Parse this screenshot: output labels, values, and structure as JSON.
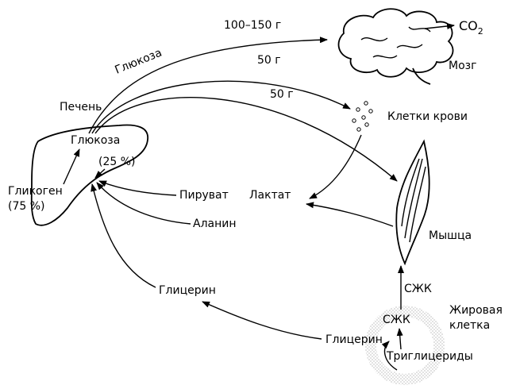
{
  "liver": {
    "organ_label": "Печень",
    "glucose": "Глюкоза",
    "glycogen": "Гликоген",
    "glycogen_pct": "(75 %)",
    "gluconeo_pct": "(25 %)"
  },
  "flows": {
    "glucose_out": "Глюкоза",
    "to_brain": "100–150 г",
    "to_blood": "50 г",
    "to_muscle": "50 г"
  },
  "brain": {
    "label": "Мозг",
    "co2": "CO",
    "co2_sub": "2"
  },
  "blood_cells": {
    "label": "Клетки крови"
  },
  "muscle": {
    "label": "Мышца"
  },
  "metabolites": {
    "pyruvate": "Пируват",
    "lactate": "Лактат",
    "alanine": "Аланин",
    "glycerol": "Глицерин"
  },
  "fat_cell": {
    "label_line1": "Жировая",
    "label_line2": "клетка",
    "ffa": "СЖК",
    "ffa_inner": "СЖК",
    "glycerol": "Глицерин",
    "triglycerides": "Триглицериды"
  },
  "colors": {
    "ink": "#000000",
    "background": "#ffffff",
    "stipple": "#9a9a9a"
  }
}
